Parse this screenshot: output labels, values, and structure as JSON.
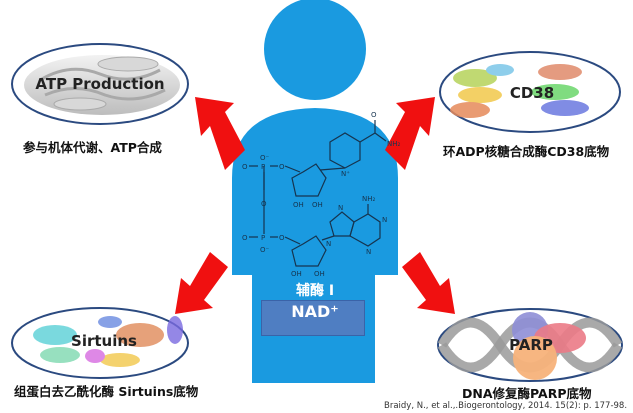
{
  "colors": {
    "body": "#1a9ae0",
    "arrow": "#f01010",
    "ellipse_stroke": "#2b4a80",
    "nad_box": "#4f7ec2"
  },
  "center": {
    "line1": "辅酶 I",
    "line2": "NAD⁺",
    "molecule_labels": {
      "o_minus": "O⁻",
      "p": "P",
      "o": "O",
      "oh": "OH",
      "nh2": "NH₂",
      "n": "N",
      "n_plus": "N⁺",
      "carbonyl_o": "O"
    }
  },
  "targets": [
    {
      "id": "atp",
      "label": "ATP Production",
      "caption": "参与机体代谢、ATP合成",
      "icon": "mitochondrion-icon"
    },
    {
      "id": "cd38",
      "label": "CD38",
      "caption": "环ADP核糖合成酶CD38底物",
      "icon": "protein-structure-icon"
    },
    {
      "id": "sirtuins",
      "label": "Sirtuins",
      "caption": "组蛋白去乙酰化酶 Sirtuins底物",
      "icon": "protein-structure-icon"
    },
    {
      "id": "parp",
      "label": "PARP",
      "caption": "DNA修复酶PARP底物",
      "icon": "dna-helix-icon"
    }
  ],
  "citation": "Braidy, N., et al.,.Biogerontology, 2014. 15(2): p. 177-98."
}
